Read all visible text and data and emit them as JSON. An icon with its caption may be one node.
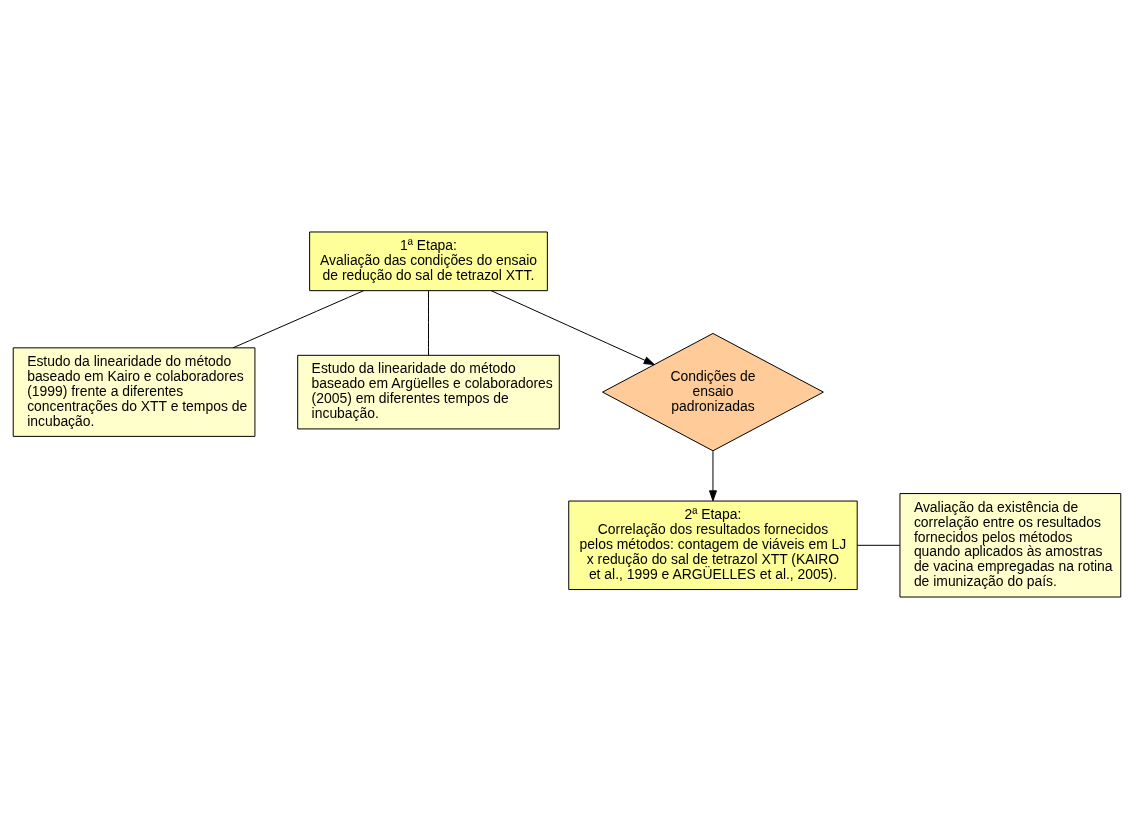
{
  "diagram": {
    "nodes": [
      {
        "text": [
          "1ª Etapa:",
          "Avaliação das condições do ensaio de redução do sal de tetrazol XTT."
        ]
      },
      {
        "text": [
          "Estudo da linearidade do método baseado em Kairo e colaboradores (1999) frente a diferentes concentrações do XTT e tempos de incubação."
        ]
      },
      {
        "text": [
          "Estudo da linearidade do método baseado em Argüelles e colaboradores (2005) em diferentes tempos de incubação."
        ]
      },
      {
        "text": [
          "Condições de ensaio padronizadas"
        ]
      },
      {
        "text": [
          "2ª Etapa:",
          "Correlação dos resultados fornecidos pelos métodos: contagem de viáveis em LJ x redução do sal de tetrazol XTT (KAIRO et al., 1999 e ARGÜELLES et al., 2005)."
        ]
      },
      {
        "text": [
          "Avaliação da existência de correlação entre os resultados fornecidos pelos métodos quando aplicados às amostras de vacina empregadas na rotina de imunização do país."
        ]
      }
    ],
    "edges": [
      {
        "from": 0,
        "to": 1,
        "arrow": "none"
      },
      {
        "from": 0,
        "to": 2,
        "arrow": "none"
      },
      {
        "from": 0,
        "to": 3,
        "arrow": "to"
      },
      {
        "from": 3,
        "to": 4,
        "arrow": "to"
      },
      {
        "from": 4,
        "to": 5,
        "arrow": "none"
      }
    ]
  }
}
